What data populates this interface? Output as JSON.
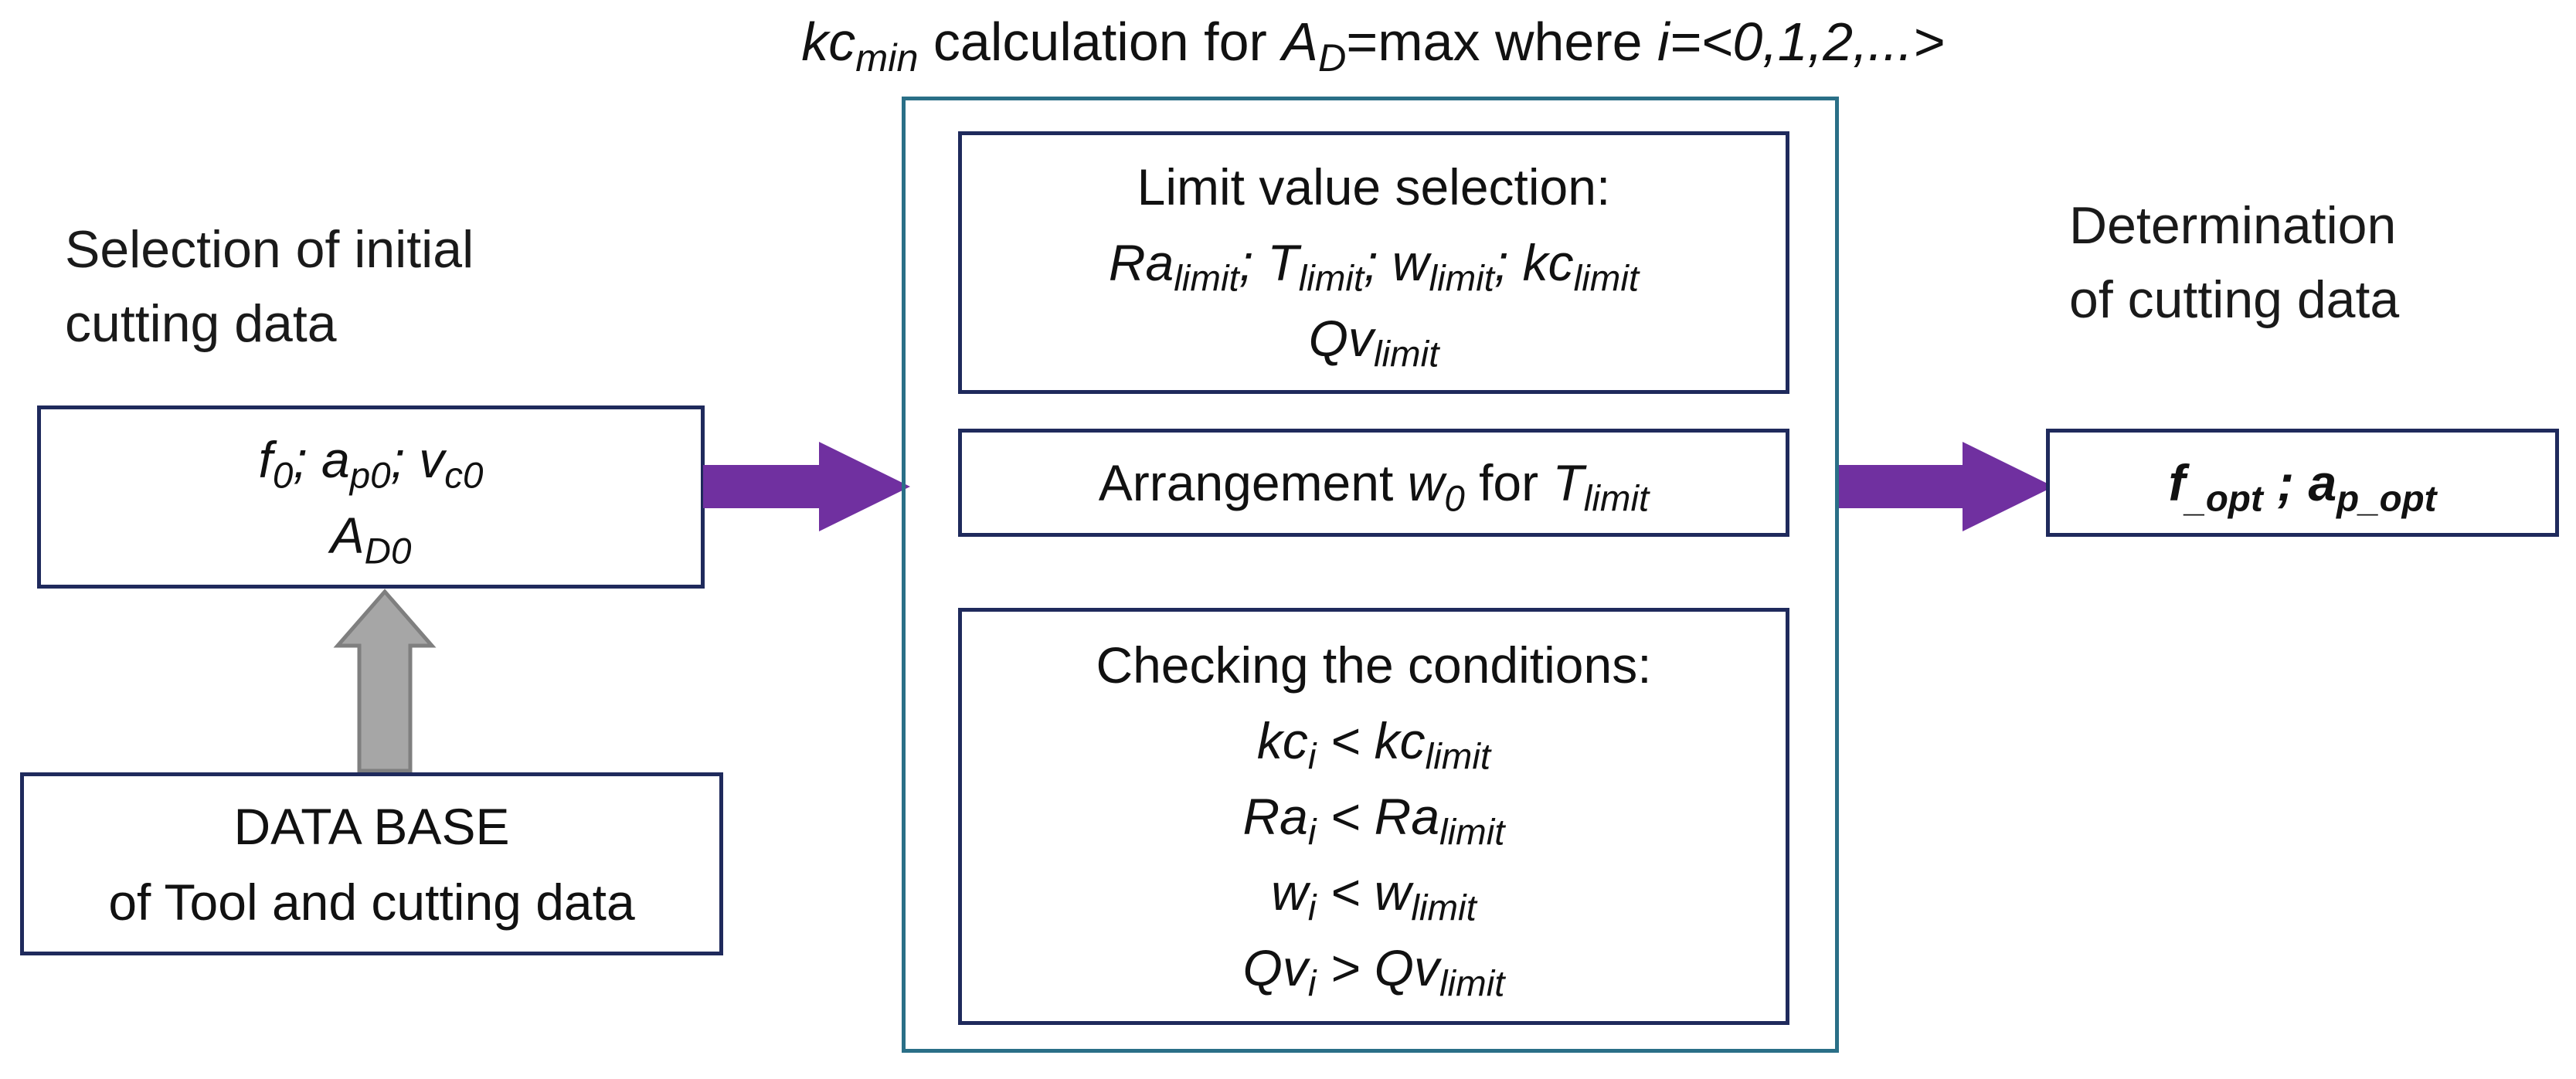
{
  "header": {
    "title_sym": "kc",
    "title_sym_sub": "min",
    "title_mid": " calculation for ",
    "title_ad": "A",
    "title_ad_sub": "D",
    "title_eq": "=max where ",
    "title_i": "i=<0,1,2,...>"
  },
  "left": {
    "heading_line1": "Selection of initial",
    "heading_line2": "cutting data",
    "initial_box": {
      "f": "f",
      "f_sub": "0",
      "sep1": "; ",
      "a": "a",
      "a_sub": "p0",
      "sep2": "; ",
      "v": "v",
      "v_sub": "c0",
      "ad": "A",
      "ad_sub": "D0"
    },
    "database_box": {
      "line1": "DATA BASE",
      "line2": "of Tool and cutting data"
    }
  },
  "center": {
    "limit_box": {
      "heading": "Limit value selection:",
      "ra": "Ra",
      "ra_sub": "limit",
      "sep1": "; ",
      "t": "T",
      "t_sub": "limit",
      "sep2": "; ",
      "w": "w",
      "w_sub": "limit",
      "sep3": "; ",
      "kc": "kc",
      "kc_sub": "limit",
      "qv": "Qv",
      "qv_sub": "limit"
    },
    "arrangement_box": {
      "text1": "Arrangement ",
      "w": "w",
      "w_sub": "0",
      "text2": " for ",
      "t": "T",
      "t_sub": "limit"
    },
    "conditions_box": {
      "heading": "Checking the conditions:",
      "rows": [
        {
          "lhs": "kc",
          "lhs_sub": "i",
          "op": " < ",
          "rhs": "kc",
          "rhs_sub": "limit"
        },
        {
          "lhs": "Ra",
          "lhs_sub": "i",
          "op": " < ",
          "rhs": "Ra",
          "rhs_sub": "limit"
        },
        {
          "lhs": "w",
          "lhs_sub": "i",
          "op": " < ",
          "rhs": "w",
          "rhs_sub": "limit"
        },
        {
          "lhs": "Qv",
          "lhs_sub": "i",
          "op": " > ",
          "rhs": "Qv",
          "rhs_sub": "limit"
        }
      ]
    }
  },
  "right": {
    "heading_line1": "Determination",
    "heading_line2": "of cutting data",
    "result_box": {
      "f": "f",
      "f_sub": "_opt",
      "sep": " ; ",
      "a": "a",
      "a_sub": "p_opt"
    }
  },
  "colors": {
    "box_border": "#1f2a5c",
    "outer_border": "#2a6f87",
    "flow_arrow": "#7030a0",
    "db_arrow_fill": "#a6a6a6",
    "db_arrow_stroke": "#7f7f7f"
  }
}
